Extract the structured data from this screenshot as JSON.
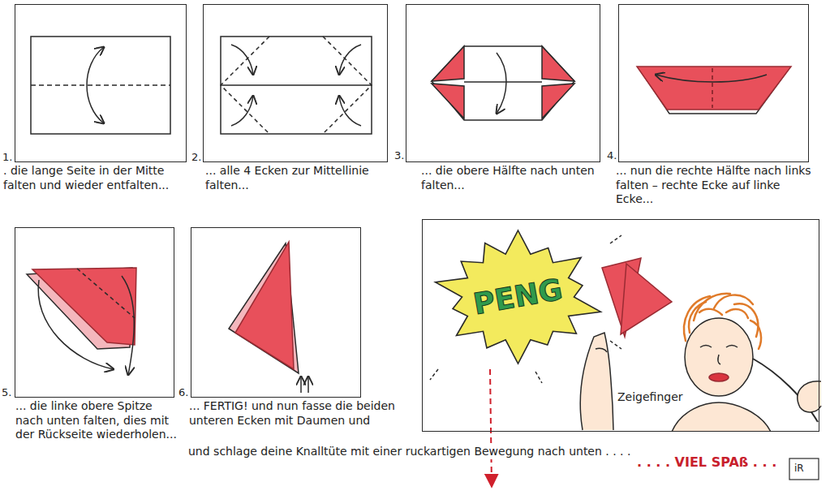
{
  "diagram": {
    "nodes": [
      {
        "text": [
          ". die lange Seite in der Mitte falten und wieder entfalten..."
        ]
      },
      {
        "text": [
          "... alle 4 Ecken zur Mittellinie falten..."
        ]
      },
      {
        "text": [
          "... die obere Hälfte nach unten falten..."
        ]
      },
      {
        "text": [
          "... nun die rechte Hälfte nach links falten – rechte Ecke auf linke Ecke..."
        ]
      },
      {
        "text": [
          "... die linke obere Spitze nach unten falten, dies mit der Rückseite wiederholen..."
        ]
      },
      {
        "text": [
          "... FERTIG! und nun fasse die beiden unteren Ecken mit Daumen und"
        ]
      },
      {
        "text": [
          "Zeigefinger"
        ]
      },
      {
        "text": [
          "PENG"
        ],
        "in": 6
      }
    ],
    "labels": [
      "1.",
      "2.",
      "3.",
      "4.",
      "5.",
      "6.",
      "und schlage deine Knalltüte mit einer ruckartigen Bewegung nach unten . . . .",
      ". . . . VIEL SPAß . . .",
      "iR"
    ]
  }
}
